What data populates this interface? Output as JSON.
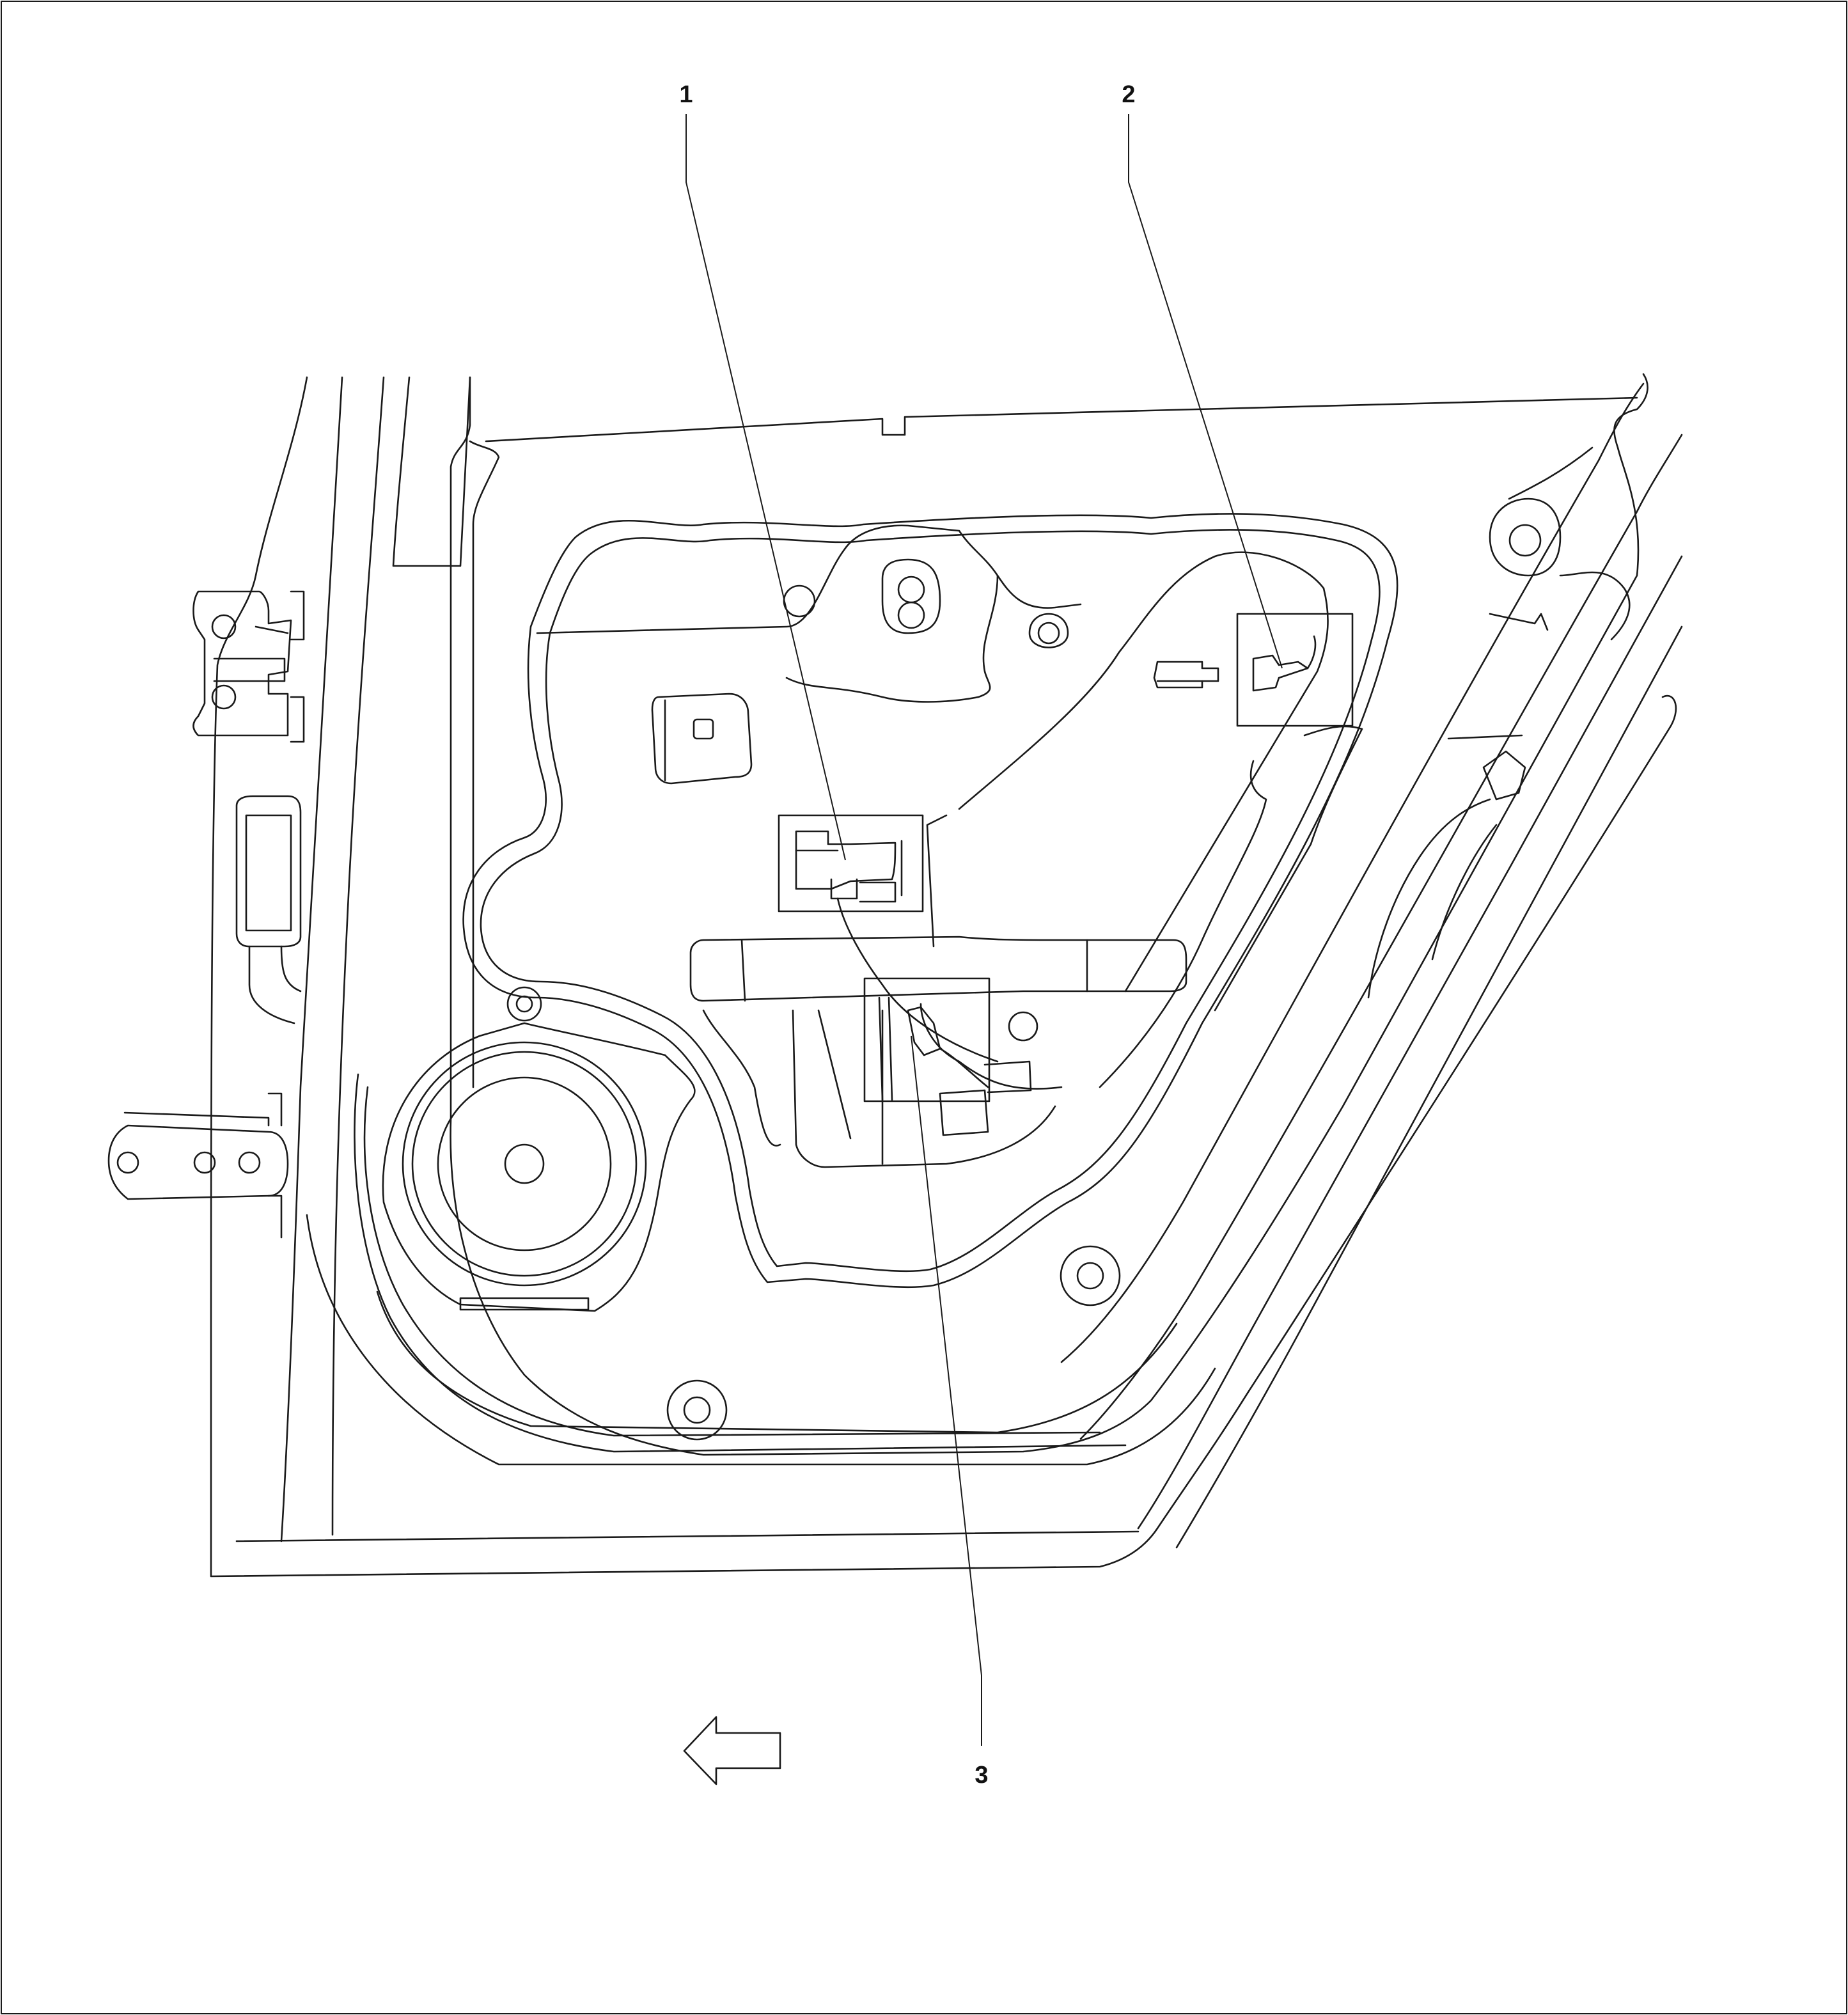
{
  "diagram": {
    "callouts": [
      {
        "id": "1",
        "label": "1"
      },
      {
        "id": "2",
        "label": "2"
      },
      {
        "id": "3",
        "label": "3"
      }
    ],
    "direction_icon": "left-arrow-icon"
  }
}
